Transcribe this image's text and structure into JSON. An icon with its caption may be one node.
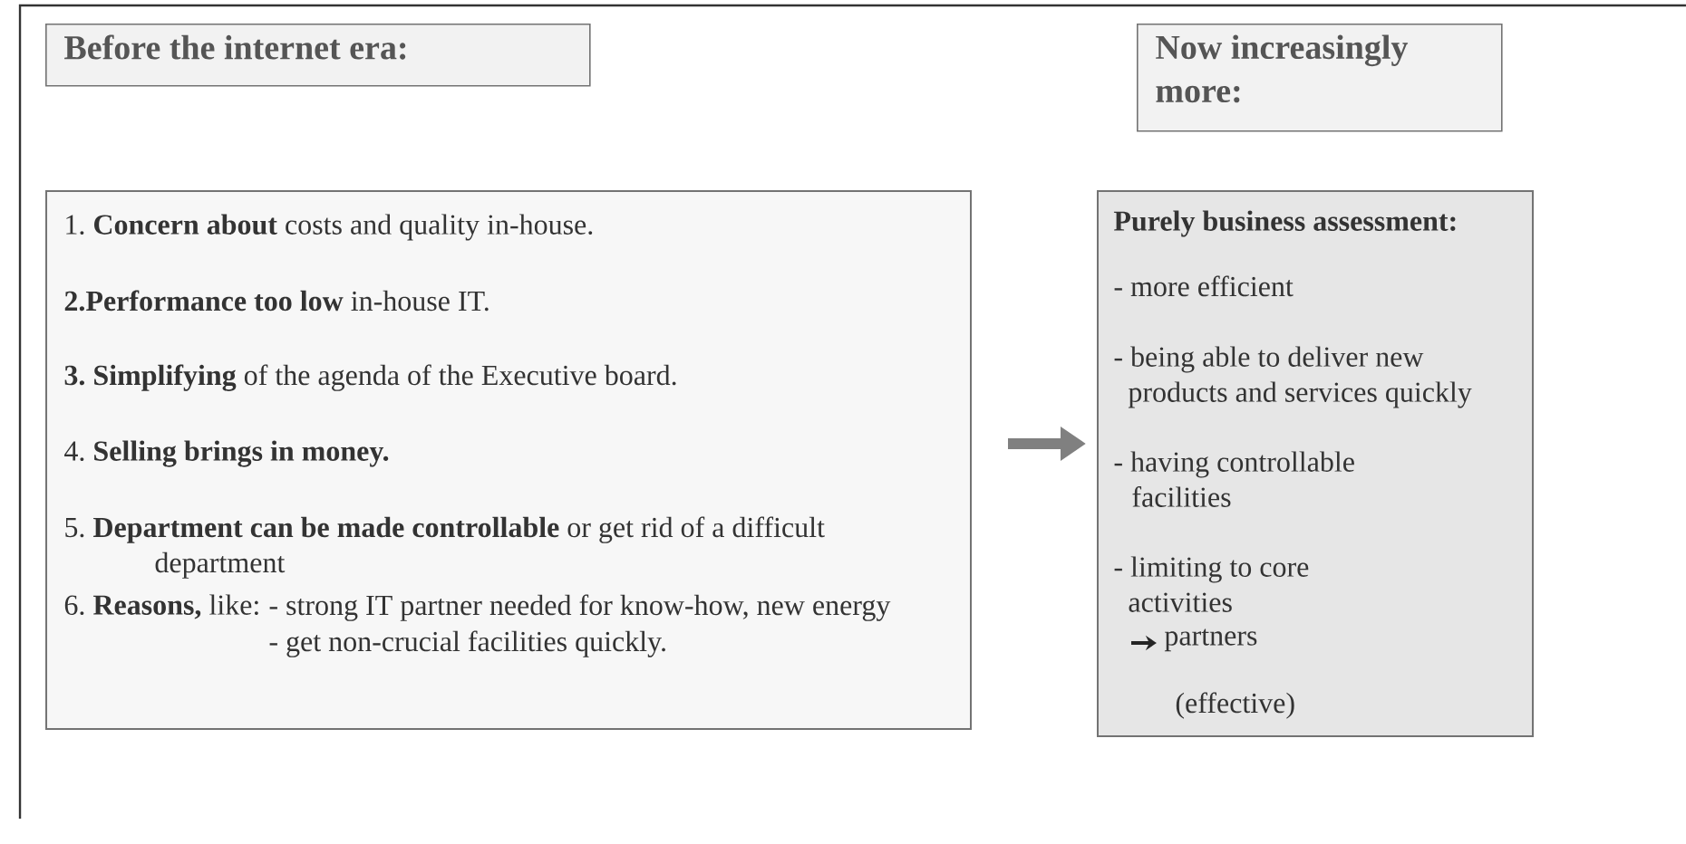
{
  "diagram": {
    "nodes": [
      {
        "text": [
          "Before the internet era:"
        ]
      },
      {
        "text": [
          "Now increasingly more:"
        ]
      },
      {
        "text": [
          "1. **Concern about** costs and quality in-house.",
          "**2.Performance too low** in-house IT.",
          "**3. Simplifying** of the agenda of the Executive board.",
          "4. **Selling brings in money.**",
          "5. **Department can be made controllable** or get rid of a difficult department",
          "6. **Reasons,** like:",
          "- strong IT partner needed for know-how, new energy",
          "- get non-crucial facilities quickly."
        ]
      },
      {
        "text": [
          "Purely business assessment:",
          "- more efficient",
          "- being able to deliver new products and services quickly",
          "- having controllable facilities",
          "- limiting to core activities",
          "partners",
          "(effective)"
        ]
      }
    ],
    "edges": [
      {
        "from": 2,
        "to": 3,
        "arrow": "to"
      }
    ]
  }
}
